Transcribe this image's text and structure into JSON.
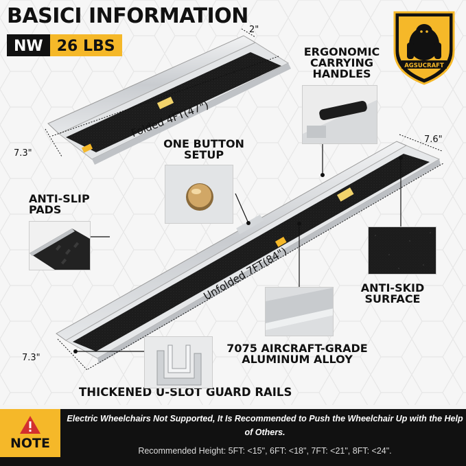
{
  "header": {
    "title": "BASICI INFORMATION",
    "nw_label": "NW",
    "nw_value": "26 LBS"
  },
  "brand": {
    "logo_text": "AGSUCRAFT"
  },
  "dimensions": {
    "top_width": "2\"",
    "folded_length": "Folded 4FT(47\")",
    "folded_width": "7.3\"",
    "unfolded_length": "Unfolded 7FT(84\")",
    "unfolded_width_top": "7.6\"",
    "unfolded_width_bottom": "7.3\""
  },
  "features": {
    "handles": "ERGONOMIC\nCARRYING\nHANDLES",
    "button": "ONE BUTTON\nSETUP",
    "anti_slip": "ANTI-SLIP\nPADS",
    "anti_skid": "ANTI-SKID\nSURFACE",
    "alloy": "7075 AIRCRAFT-GRADE\nALUMINUM ALLOY",
    "rails": "THICKENED U-SLOT GUARD RAILS"
  },
  "note": {
    "label": "NOTE",
    "text": "Electric Wheelchairs Not Supported, It Is Recommended to Push the Wheelchair Up with the Help of Others.",
    "recommended": "Recommended Height:  5FT: <15\", 6FT: <18\", 7FT: <21\", 8FT: <24\"."
  },
  "colors": {
    "accent": "#f5b829",
    "dark": "#111111",
    "aluminum": "#d7d9db",
    "grip": "#1a1a1a"
  }
}
